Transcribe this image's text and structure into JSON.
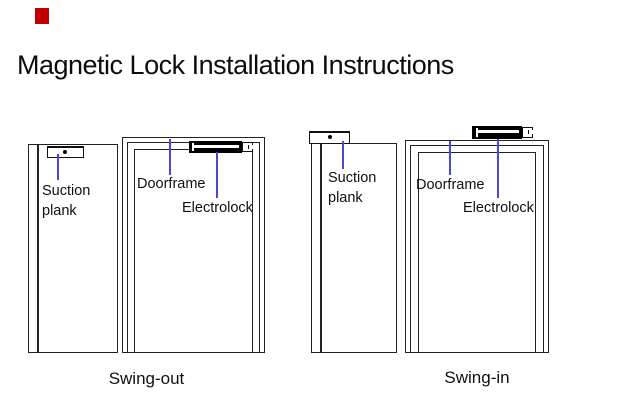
{
  "title": "Magnetic Lock Installation Instructions",
  "colors": {
    "connector_blue": "#4949d6",
    "marker_red": "#c00000",
    "drawing_line": "#222222"
  },
  "diagrams": [
    {
      "caption": "Swing-out",
      "labels": {
        "suction_plank": "Suction plank",
        "doorframe": "Doorframe",
        "electrolock": "Electrolock"
      }
    },
    {
      "caption": "Swing-in",
      "labels": {
        "suction_plank": "Suction plank",
        "doorframe": "Doorframe",
        "electrolock": "Electrolock"
      }
    }
  ]
}
